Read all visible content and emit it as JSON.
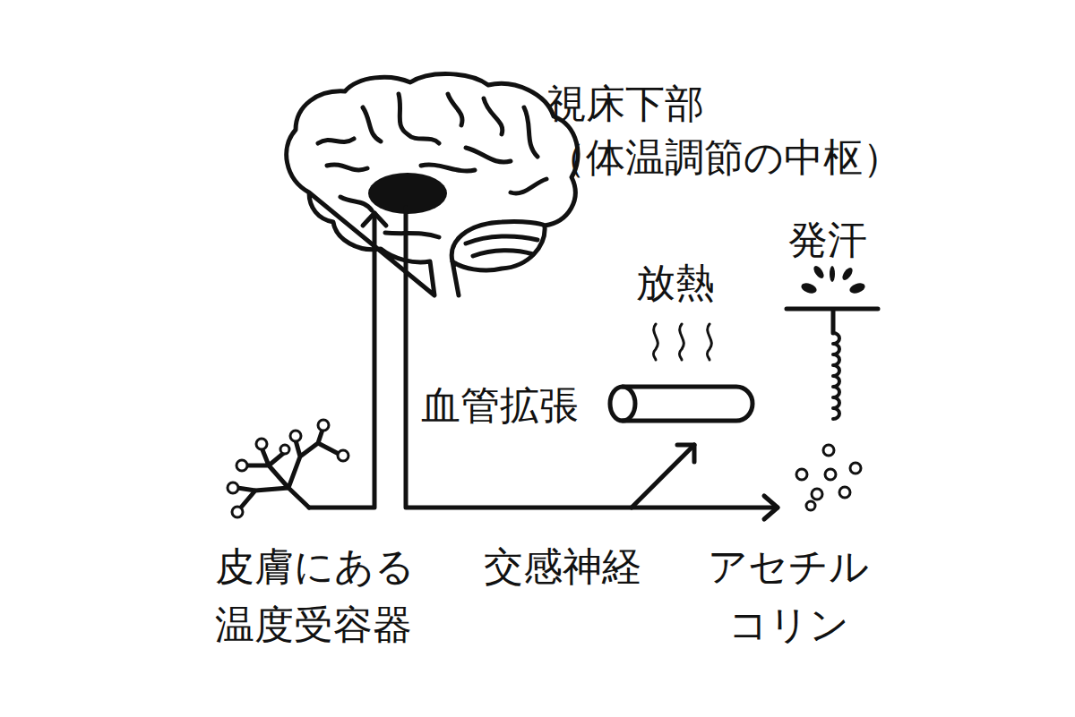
{
  "diagram": {
    "labels": [
      "視床下部 （体温調節の中枢）",
      "発汗",
      "放熱",
      "血管拡張",
      "皮膚にある 温度受容器",
      "交感神経",
      "アセチル コリン"
    ]
  }
}
